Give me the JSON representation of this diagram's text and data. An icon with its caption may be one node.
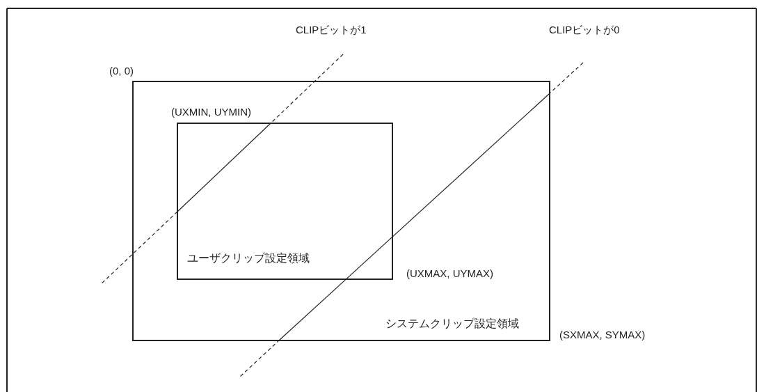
{
  "diagram": {
    "nodes": [
      {
        "text": [
          "システムクリップ設定領域"
        ]
      },
      {
        "text": [
          "ユーザクリップ設定領域"
        ],
        "in": 0
      }
    ],
    "labels": [
      "CLIPビットが1",
      "CLIPビットが0",
      "(0, 0)",
      "(UXMIN, UYMIN)",
      "(UXMAX, UYMAX)",
      "(SXMAX, SYMAX)"
    ]
  }
}
